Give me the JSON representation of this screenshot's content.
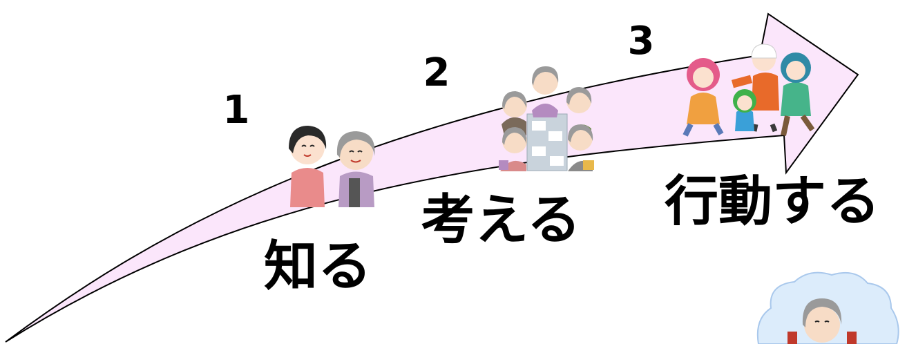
{
  "steps": [
    {
      "number": "1",
      "label": "知る",
      "illustration": "two-women-talking-illustration"
    },
    {
      "number": "2",
      "label": "考える",
      "illustration": "elderly-group-meeting-illustration"
    },
    {
      "number": "3",
      "label": "行動する",
      "illustration": "family-evacuating-illustration"
    }
  ],
  "colors": {
    "arrow_fill": "#fbe6fb",
    "arrow_stroke": "#000000",
    "cloud_fill": "#dcecfb",
    "cloud_stroke": "#a9c8ec"
  }
}
